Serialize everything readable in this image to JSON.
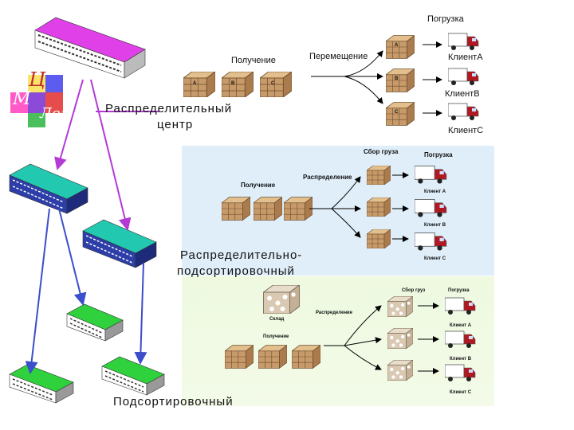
{
  "logo": {
    "letters": [
      "Ц",
      "М",
      "Лог"
    ]
  },
  "top": {
    "loading": "Погрузка",
    "receiving": "Получение",
    "movement": "Перемещение",
    "dc_title_line1": "Распределительный",
    "dc_title_line2": "центр",
    "box_labels": [
      "A",
      "B",
      "C"
    ],
    "right_box_labels": [
      "A",
      "B",
      "C"
    ],
    "clients": [
      "Клиент",
      "Клиент",
      "Клиент"
    ],
    "client_suffixes": [
      "A",
      "B",
      "C"
    ]
  },
  "panel1": {
    "receiving": "Получение",
    "distribution": "Распределение",
    "cargo_collection": "Сбор груза",
    "loading": "Погрузка",
    "clients": [
      "Клиент A",
      "Клиент B",
      "Клиент C"
    ],
    "title_line1": "Распределительно-",
    "title_line2": "подсортировочный"
  },
  "panel2": {
    "warehouse": "Склад",
    "receiving": "Получение",
    "distribution": "Распределение",
    "cargo_collection": "Сбор груз",
    "loading": "Погрузка",
    "clients": [
      "Клиент A",
      "Клиент B",
      "Клиент C"
    ]
  },
  "bottom_title": "Подсортировочный",
  "colors": {
    "panel1_bg": "#dfeef9",
    "panel2_bg_top": "#eef9e0",
    "panel2_bg_bottom": "#f3fbe8",
    "magenta_arrow": "#b43ad6",
    "blue_arrow": "#3a4fc9",
    "building_magenta": "#e040e8",
    "building_teal": "#22c9b0",
    "building_green": "#2fd13c",
    "box_brown": "#c79a6a",
    "truck_red": "#b01822"
  }
}
